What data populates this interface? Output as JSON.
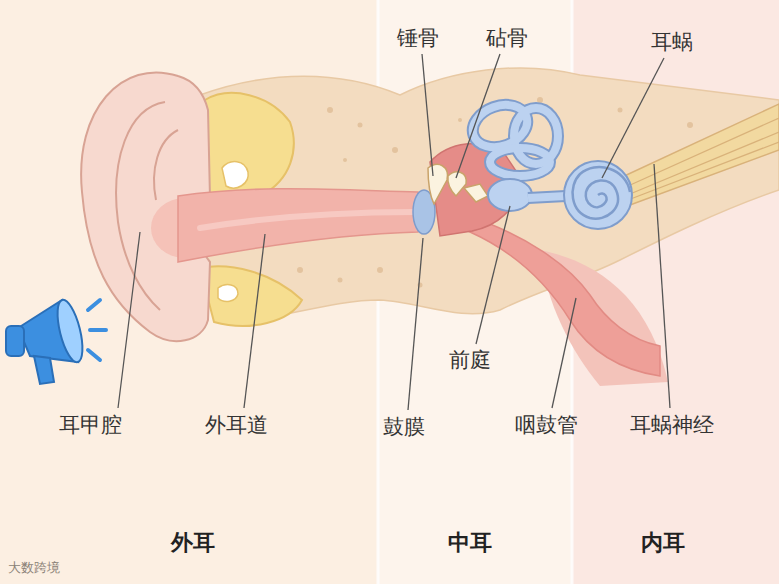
{
  "diagram": {
    "nodes": [
      {
        "text": [
          "外耳"
        ]
      },
      {
        "text": [
          "中耳"
        ]
      },
      {
        "text": [
          "内耳"
        ]
      }
    ],
    "labels": [
      "锤骨",
      "砧骨",
      "耳蜗",
      "前庭",
      "耳甲腔",
      "外耳道",
      "鼓膜",
      "咽鼓管",
      "耳蜗神经",
      "大数跨境"
    ]
  }
}
